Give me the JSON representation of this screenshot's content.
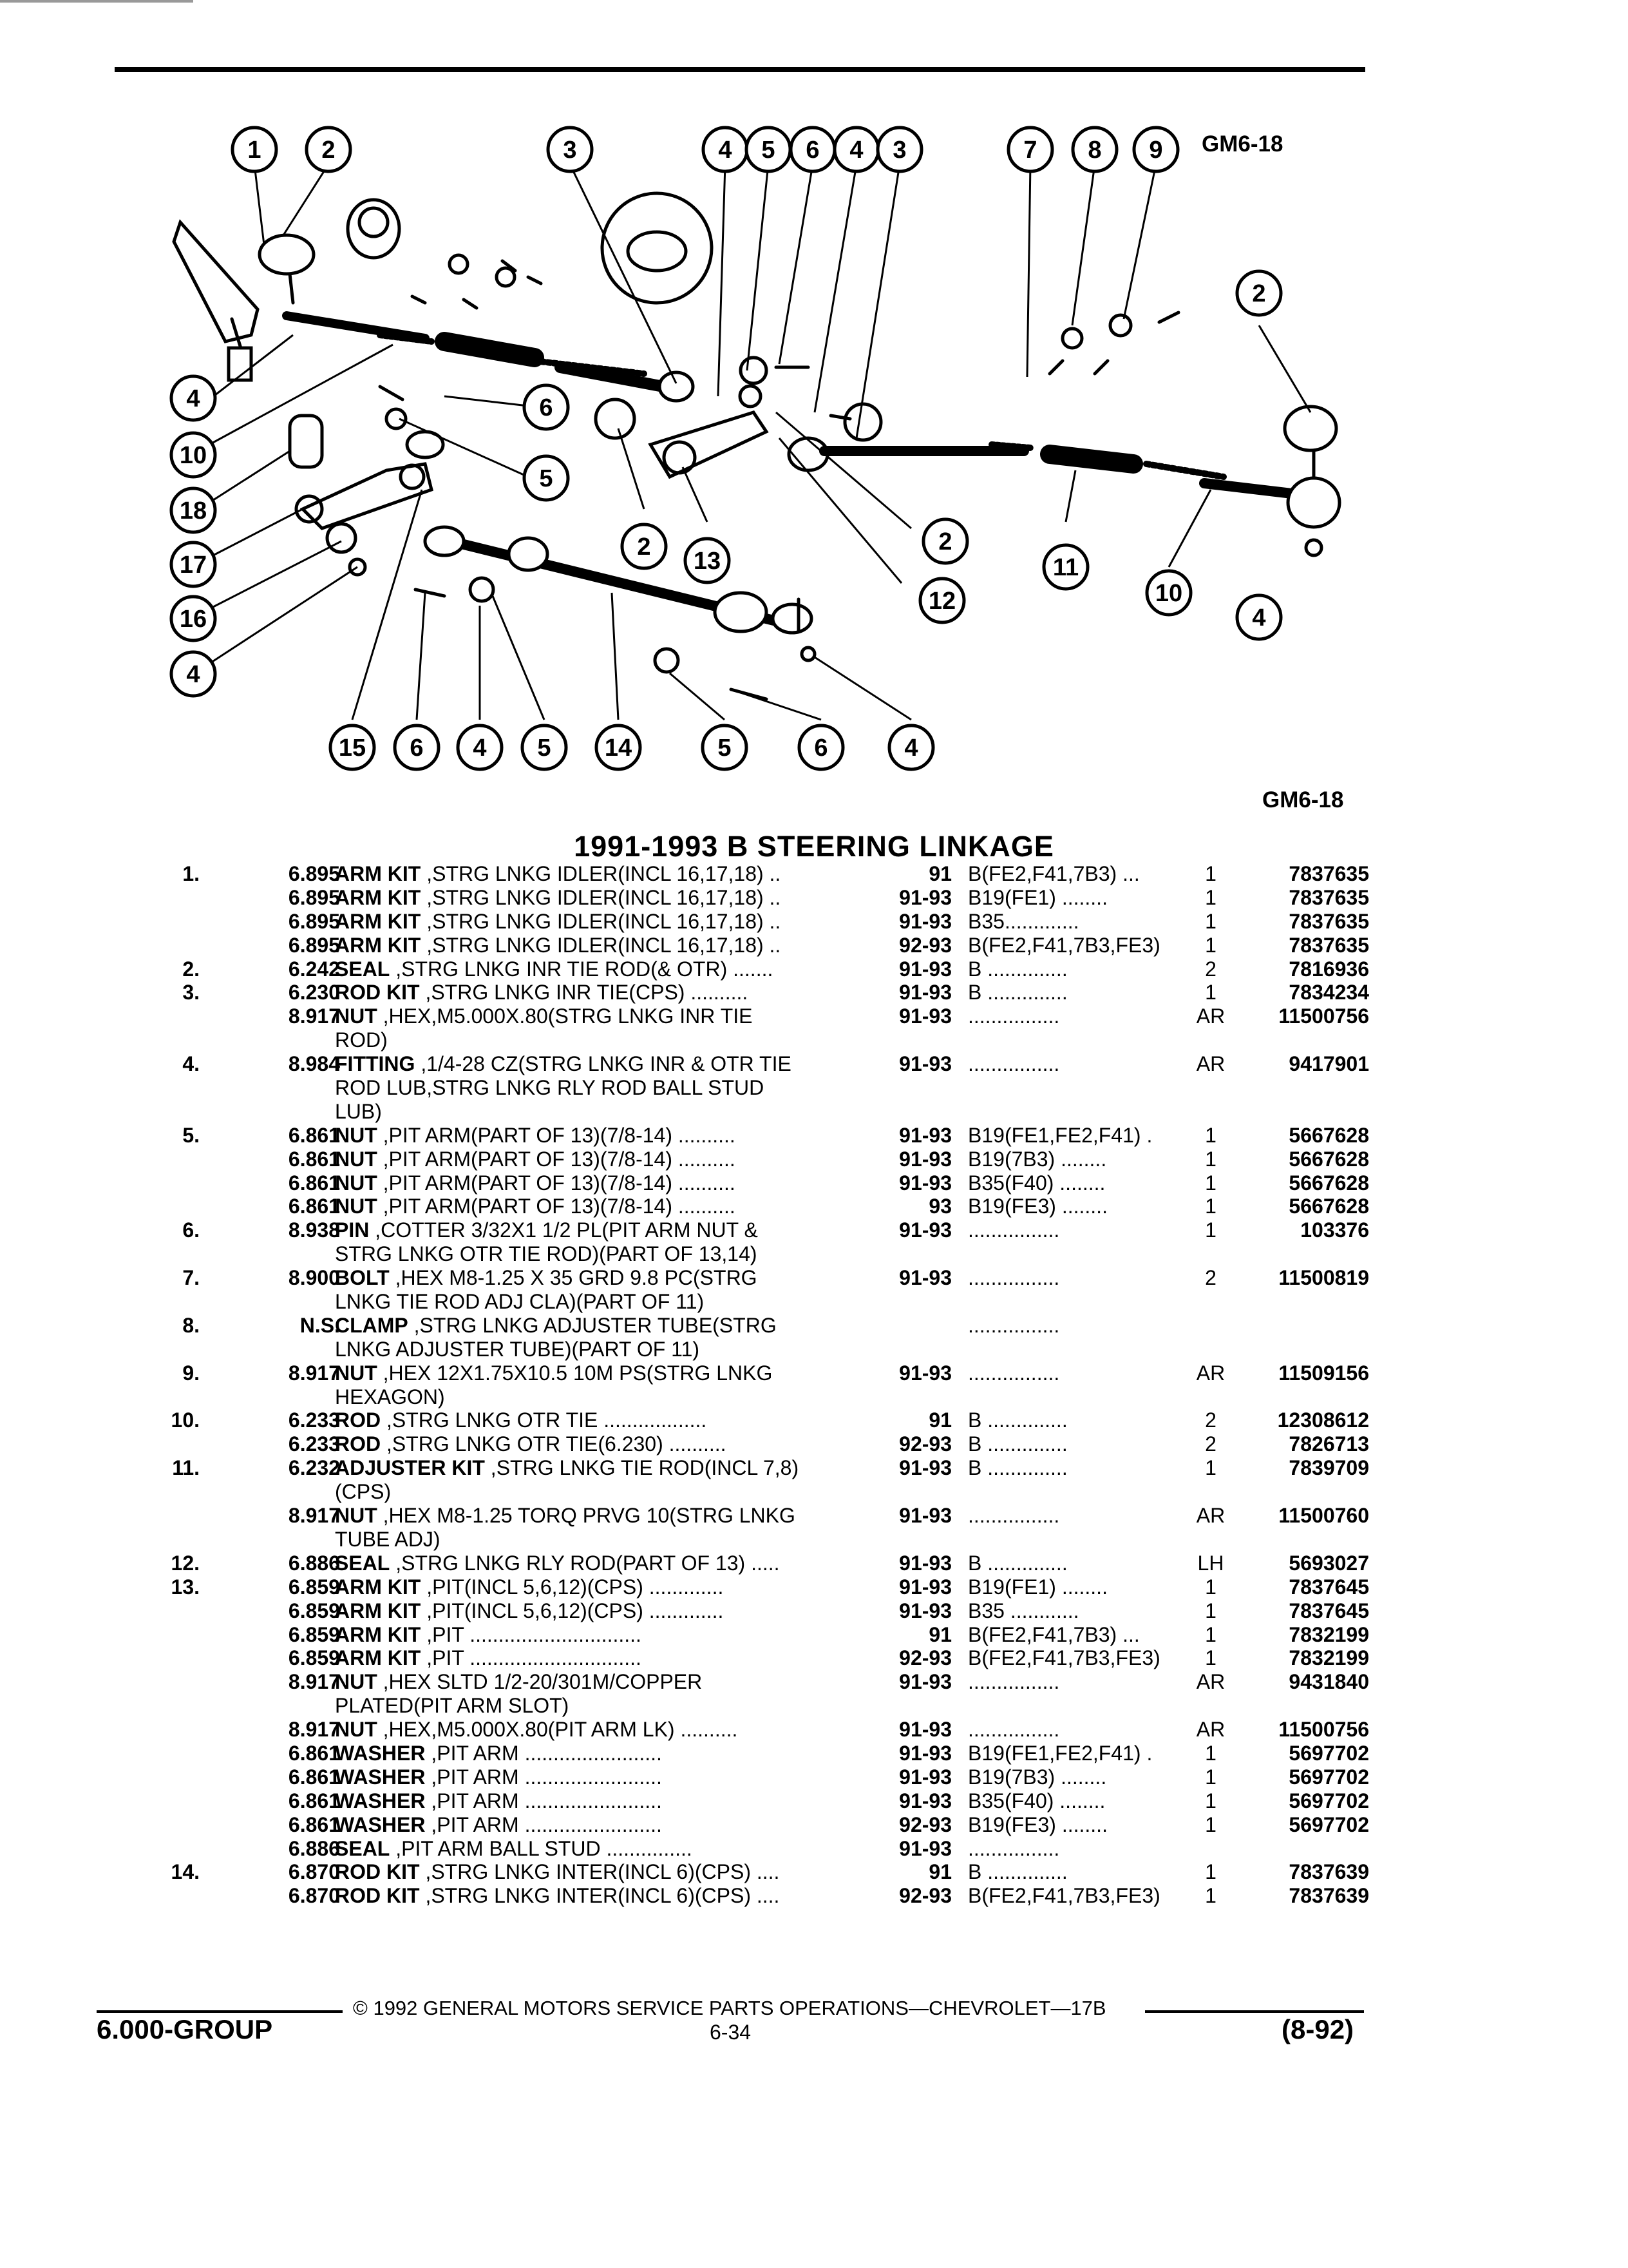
{
  "diagram": {
    "figure_code": "GM6-18",
    "figure_code_bottom": "GM6-18",
    "callouts_top": [
      "1",
      "2",
      "3",
      "4",
      "5",
      "6",
      "4",
      "3",
      "7",
      "8",
      "9"
    ],
    "callouts_left": [
      "4",
      "10",
      "18",
      "17",
      "16",
      "4"
    ],
    "callouts_mid": [
      "6",
      "5",
      "2",
      "13",
      "2",
      "12",
      "11",
      "10",
      "4",
      "2"
    ],
    "callouts_bottom": [
      "15",
      "6",
      "4",
      "5",
      "14",
      "5",
      "6",
      "4"
    ]
  },
  "title": "1991-1993 B STEERING LINKAGE",
  "rows": [
    {
      "item": "1.",
      "grp": "6.895",
      "name": "ARM KIT",
      "desc": " ,STRG LNKG IDLER(INCL 16,17,18) ..",
      "year": "91",
      "model": "B(FE2,F41,7B3) ...",
      "qty": "1",
      "part": "7837635"
    },
    {
      "item": "",
      "grp": "6.895",
      "name": "ARM KIT",
      "desc": " ,STRG LNKG IDLER(INCL 16,17,18) ..",
      "year": "91-93",
      "model": "B19(FE1) ........",
      "qty": "1",
      "part": "7837635"
    },
    {
      "item": "",
      "grp": "6.895",
      "name": "ARM KIT",
      "desc": " ,STRG LNKG IDLER(INCL 16,17,18) ..",
      "year": "91-93",
      "model": "B35.............",
      "qty": "1",
      "part": "7837635"
    },
    {
      "item": "",
      "grp": "6.895",
      "name": "ARM KIT",
      "desc": " ,STRG LNKG IDLER(INCL 16,17,18) ..",
      "year": "92-93",
      "model": "B(FE2,F41,7B3,FE3)",
      "qty": "1",
      "part": "7837635"
    },
    {
      "item": "2.",
      "grp": "6.242",
      "name": "SEAL",
      "desc": " ,STRG LNKG INR TIE ROD(& OTR) .......",
      "year": "91-93",
      "model": "B ..............",
      "qty": "2",
      "part": "7816936"
    },
    {
      "item": "3.",
      "grp": "6.230",
      "name": "ROD KIT",
      "desc": " ,STRG LNKG INR TIE(CPS) ..........",
      "year": "91-93",
      "model": "B ..............",
      "qty": "1",
      "part": "7834234"
    },
    {
      "item": "",
      "grp": "8.917",
      "name": "NUT",
      "desc": " ,HEX,M5.000X.80(STRG LNKG INR TIE",
      "year": "91-93",
      "model": "................",
      "qty": "AR",
      "part": "11500756"
    },
    {
      "item": "",
      "grp": "",
      "name": "",
      "desc": "ROD)",
      "year": "",
      "model": "",
      "qty": "",
      "part": ""
    },
    {
      "item": "4.",
      "grp": "8.984",
      "name": "FITTING",
      "desc": " ,1/4-28 CZ(STRG LNKG INR & OTR TIE",
      "year": "91-93",
      "model": "................",
      "qty": "AR",
      "part": "9417901"
    },
    {
      "item": "",
      "grp": "",
      "name": "",
      "desc": "ROD LUB,STRG LNKG RLY ROD BALL STUD",
      "year": "",
      "model": "",
      "qty": "",
      "part": ""
    },
    {
      "item": "",
      "grp": "",
      "name": "",
      "desc": "LUB)",
      "year": "",
      "model": "",
      "qty": "",
      "part": ""
    },
    {
      "item": "5.",
      "grp": "6.861",
      "name": "NUT",
      "desc": " ,PIT ARM(PART OF 13)(7/8-14) ..........",
      "year": "91-93",
      "model": "B19(FE1,FE2,F41) .",
      "qty": "1",
      "part": "5667628"
    },
    {
      "item": "",
      "grp": "6.861",
      "name": "NUT",
      "desc": " ,PIT ARM(PART OF 13)(7/8-14) ..........",
      "year": "91-93",
      "model": "B19(7B3) ........",
      "qty": "1",
      "part": "5667628"
    },
    {
      "item": "",
      "grp": "6.861",
      "name": "NUT",
      "desc": " ,PIT ARM(PART OF 13)(7/8-14) ..........",
      "year": "91-93",
      "model": "B35(F40) ........",
      "qty": "1",
      "part": "5667628"
    },
    {
      "item": "",
      "grp": "6.861",
      "name": "NUT",
      "desc": " ,PIT ARM(PART OF 13)(7/8-14) ..........",
      "year": "93",
      "model": "B19(FE3) ........",
      "qty": "1",
      "part": "5667628"
    },
    {
      "item": "6.",
      "grp": "8.938",
      "name": "PIN",
      "desc": " ,COTTER 3/32X1 1/2 PL(PIT ARM NUT &",
      "year": "91-93",
      "model": "................",
      "qty": "1",
      "part": "103376"
    },
    {
      "item": "",
      "grp": "",
      "name": "",
      "desc": "STRG LNKG OTR TIE ROD)(PART OF 13,14)",
      "year": "",
      "model": "",
      "qty": "",
      "part": ""
    },
    {
      "item": "7.",
      "grp": "8.900",
      "name": "BOLT",
      "desc": " ,HEX M8-1.25 X 35 GRD 9.8 PC(STRG",
      "year": "91-93",
      "model": "................",
      "qty": "2",
      "part": "11500819"
    },
    {
      "item": "",
      "grp": "",
      "name": "",
      "desc": "LNKG TIE ROD ADJ CLA)(PART OF 11)",
      "year": "",
      "model": "",
      "qty": "",
      "part": ""
    },
    {
      "item": "8.",
      "grp": "N.S.",
      "name": "CLAMP",
      "desc": " ,STRG LNKG ADJUSTER TUBE(STRG",
      "year": "",
      "model": "................",
      "qty": "",
      "part": ""
    },
    {
      "item": "",
      "grp": "",
      "name": "",
      "desc": "LNKG ADJUSTER TUBE)(PART OF 11)",
      "year": "",
      "model": "",
      "qty": "",
      "part": ""
    },
    {
      "item": "9.",
      "grp": "8.917",
      "name": "NUT",
      "desc": " ,HEX 12X1.75X10.5 10M PS(STRG LNKG",
      "year": "91-93",
      "model": "................",
      "qty": "AR",
      "part": "11509156"
    },
    {
      "item": "",
      "grp": "",
      "name": "",
      "desc": "HEXAGON)",
      "year": "",
      "model": "",
      "qty": "",
      "part": ""
    },
    {
      "item": "10.",
      "grp": "6.233",
      "name": "ROD",
      "desc": " ,STRG LNKG OTR TIE ..................",
      "year": "91",
      "model": "B ..............",
      "qty": "2",
      "part": "12308612"
    },
    {
      "item": "",
      "grp": "6.233",
      "name": "ROD",
      "desc": " ,STRG LNKG OTR TIE(6.230) ..........",
      "year": "92-93",
      "model": "B ..............",
      "qty": "2",
      "part": "7826713"
    },
    {
      "item": "11.",
      "grp": "6.232",
      "name": "ADJUSTER KIT",
      "desc": " ,STRG LNKG TIE ROD(INCL 7,8)",
      "year": "91-93",
      "model": "B ..............",
      "qty": "1",
      "part": "7839709"
    },
    {
      "item": "",
      "grp": "",
      "name": "",
      "desc": "(CPS)",
      "year": "",
      "model": "",
      "qty": "",
      "part": ""
    },
    {
      "item": "",
      "grp": "8.917",
      "name": "NUT",
      "desc": " ,HEX M8-1.25 TORQ PRVG 10(STRG LNKG",
      "year": "91-93",
      "model": "................",
      "qty": "AR",
      "part": "11500760"
    },
    {
      "item": "",
      "grp": "",
      "name": "",
      "desc": "TUBE ADJ)",
      "year": "",
      "model": "",
      "qty": "",
      "part": ""
    },
    {
      "item": "12.",
      "grp": "6.886",
      "name": "SEAL",
      "desc": " ,STRG LNKG RLY ROD(PART OF 13) .....",
      "year": "91-93",
      "model": "B ..............",
      "qty": "LH",
      "part": "5693027"
    },
    {
      "item": "13.",
      "grp": "6.859",
      "name": "ARM KIT",
      "desc": " ,PIT(INCL 5,6,12)(CPS) .............",
      "year": "91-93",
      "model": "B19(FE1) ........",
      "qty": "1",
      "part": "7837645"
    },
    {
      "item": "",
      "grp": "6.859",
      "name": "ARM KIT",
      "desc": " ,PIT(INCL 5,6,12)(CPS) .............",
      "year": "91-93",
      "model": "B35 ............",
      "qty": "1",
      "part": "7837645"
    },
    {
      "item": "",
      "grp": "6.859",
      "name": "ARM KIT",
      "desc": " ,PIT ..............................",
      "year": "91",
      "model": "B(FE2,F41,7B3) ...",
      "qty": "1",
      "part": "7832199"
    },
    {
      "item": "",
      "grp": "6.859",
      "name": "ARM KIT",
      "desc": " ,PIT ..............................",
      "year": "92-93",
      "model": "B(FE2,F41,7B3,FE3)",
      "qty": "1",
      "part": "7832199"
    },
    {
      "item": "",
      "grp": "8.917",
      "name": "NUT",
      "desc": " ,HEX SLTD 1/2-20/301M/COPPER",
      "year": "91-93",
      "model": "................",
      "qty": "AR",
      "part": "9431840"
    },
    {
      "item": "",
      "grp": "",
      "name": "",
      "desc": "PLATED(PIT ARM SLOT)",
      "year": "",
      "model": "",
      "qty": "",
      "part": ""
    },
    {
      "item": "",
      "grp": "8.917",
      "name": "NUT",
      "desc": " ,HEX,M5.000X.80(PIT ARM LK) ..........",
      "year": "91-93",
      "model": "................",
      "qty": "AR",
      "part": "11500756"
    },
    {
      "item": "",
      "grp": "6.861",
      "name": "WASHER",
      "desc": " ,PIT ARM ........................",
      "year": "91-93",
      "model": "B19(FE1,FE2,F41) .",
      "qty": "1",
      "part": "5697702"
    },
    {
      "item": "",
      "grp": "6.861",
      "name": "WASHER",
      "desc": " ,PIT ARM ........................",
      "year": "91-93",
      "model": "B19(7B3) ........",
      "qty": "1",
      "part": "5697702"
    },
    {
      "item": "",
      "grp": "6.861",
      "name": "WASHER",
      "desc": " ,PIT ARM ........................",
      "year": "91-93",
      "model": "B35(F40) ........",
      "qty": "1",
      "part": "5697702"
    },
    {
      "item": "",
      "grp": "6.861",
      "name": "WASHER",
      "desc": " ,PIT ARM ........................",
      "year": "92-93",
      "model": "B19(FE3) ........",
      "qty": "1",
      "part": "5697702"
    },
    {
      "item": "",
      "grp": "6.886",
      "name": "SEAL",
      "desc": " ,PIT ARM BALL STUD ...............",
      "year": "91-93",
      "model": "................",
      "qty": "",
      "part": ""
    },
    {
      "item": "14.",
      "grp": "6.870",
      "name": "ROD KIT",
      "desc": " ,STRG LNKG INTER(INCL 6)(CPS) ....",
      "year": "91",
      "model": "B ..............",
      "qty": "1",
      "part": "7837639"
    },
    {
      "item": "",
      "grp": "6.870",
      "name": "ROD KIT",
      "desc": " ,STRG LNKG INTER(INCL 6)(CPS) ....",
      "year": "92-93",
      "model": "B(FE2,F41,7B3,FE3)",
      "qty": "1",
      "part": "7837639"
    }
  ],
  "footer": {
    "copyright": "© 1992 GENERAL MOTORS SERVICE PARTS OPERATIONS—CHEVROLET—17B",
    "group": "6.000-GROUP",
    "page": "6-34",
    "date": "(8-92)"
  }
}
